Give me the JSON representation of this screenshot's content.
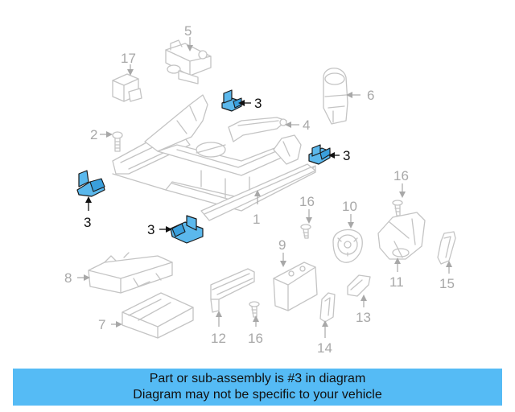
{
  "diagram": {
    "callouts": {
      "c1": "1",
      "c2": "2",
      "c4": "4",
      "c5": "5",
      "c6": "6",
      "c7": "7",
      "c8": "8",
      "c9": "9",
      "c10": "10",
      "c11": "11",
      "c12": "12",
      "c13": "13",
      "c14": "14",
      "c15": "15",
      "c16a": "16",
      "c16b": "16",
      "c16c": "16",
      "c17": "17",
      "c3a": "3",
      "c3b": "3",
      "c3c": "3",
      "c3d": "3"
    },
    "highlight_color": "#5bb8ec",
    "part_color": "#c4c4c4"
  },
  "banner": {
    "line1": "Part or sub-assembly is #3 in diagram",
    "line2": "Diagram may not be specific to your vehicle",
    "color": "#55bbf5"
  }
}
